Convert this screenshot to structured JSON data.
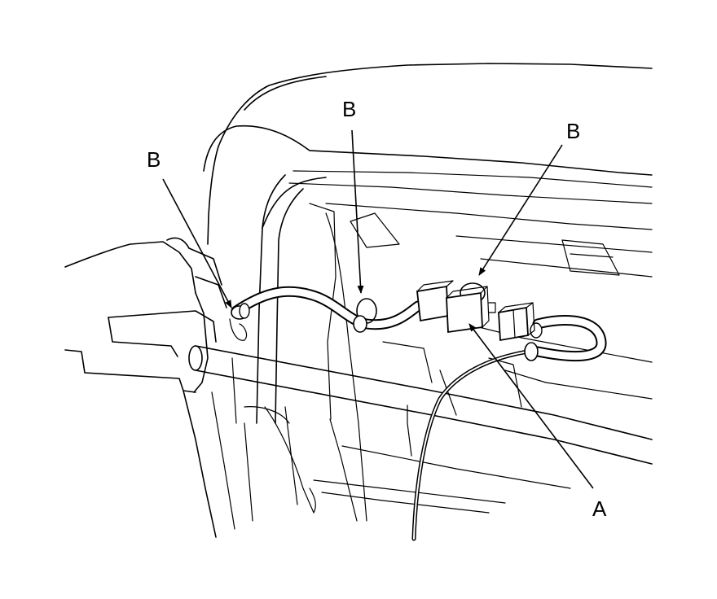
{
  "callouts": {
    "clip_left": "B",
    "clip_center": "B",
    "clip_right": "B",
    "connector": "A"
  }
}
